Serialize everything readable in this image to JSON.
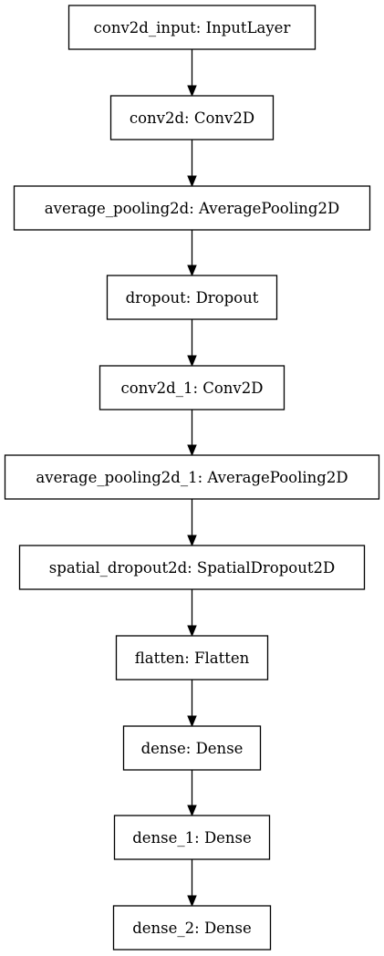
{
  "diagram": {
    "type": "model-architecture-graph",
    "nodes": [
      {
        "id": "n0",
        "label": "conv2d_input: InputLayer"
      },
      {
        "id": "n1",
        "label": "conv2d: Conv2D"
      },
      {
        "id": "n2",
        "label": "average_pooling2d: AveragePooling2D"
      },
      {
        "id": "n3",
        "label": "dropout: Dropout"
      },
      {
        "id": "n4",
        "label": "conv2d_1: Conv2D"
      },
      {
        "id": "n5",
        "label": "average_pooling2d_1: AveragePooling2D"
      },
      {
        "id": "n6",
        "label": "spatial_dropout2d: SpatialDropout2D"
      },
      {
        "id": "n7",
        "label": "flatten: Flatten"
      },
      {
        "id": "n8",
        "label": "dense: Dense"
      },
      {
        "id": "n9",
        "label": "dense_1: Dense"
      },
      {
        "id": "n10",
        "label": "dense_2: Dense"
      }
    ],
    "edges": [
      {
        "from": "n0",
        "to": "n1"
      },
      {
        "from": "n1",
        "to": "n2"
      },
      {
        "from": "n2",
        "to": "n3"
      },
      {
        "from": "n3",
        "to": "n4"
      },
      {
        "from": "n4",
        "to": "n5"
      },
      {
        "from": "n5",
        "to": "n6"
      },
      {
        "from": "n6",
        "to": "n7"
      },
      {
        "from": "n7",
        "to": "n8"
      },
      {
        "from": "n8",
        "to": "n9"
      },
      {
        "from": "n9",
        "to": "n10"
      }
    ]
  }
}
